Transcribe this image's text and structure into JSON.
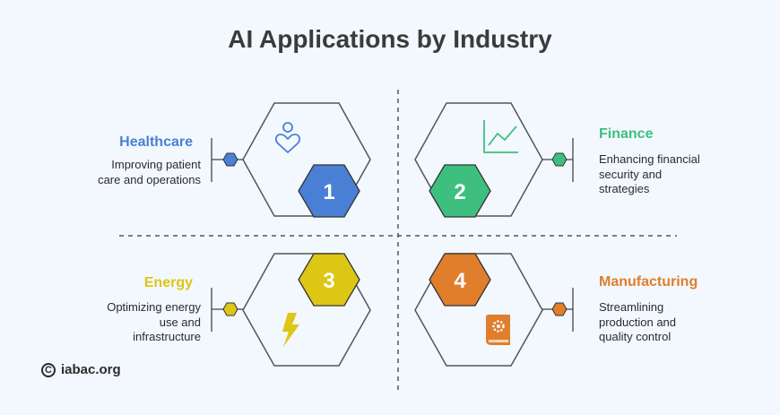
{
  "title": "AI Applications by Industry",
  "brand": {
    "symbol": "C",
    "text": "iabac.org"
  },
  "items": [
    {
      "number": "1",
      "heading": "Healthcare",
      "desc": [
        "Improving patient",
        "care and operations"
      ],
      "color": "#4a7fd6",
      "icon": "heart-person-icon"
    },
    {
      "number": "2",
      "heading": "Finance",
      "desc": [
        "Enhancing financial",
        "security and",
        "strategies"
      ],
      "color": "#3fbf7f",
      "icon": "line-chart-icon"
    },
    {
      "number": "3",
      "heading": "Energy",
      "desc": [
        "Optimizing energy",
        "use and",
        "infrastructure"
      ],
      "color": "#ddc614",
      "icon": "lightning-icon"
    },
    {
      "number": "4",
      "heading": "Manufacturing",
      "desc": [
        "Streamlining",
        "production and",
        "quality control"
      ],
      "color": "#e07e2c",
      "icon": "gear-book-icon"
    }
  ]
}
